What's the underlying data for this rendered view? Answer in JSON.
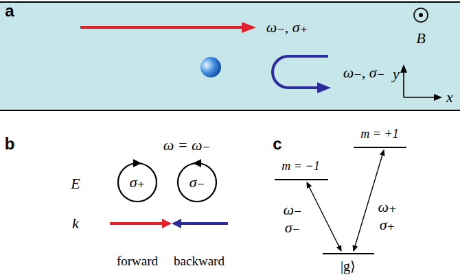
{
  "diagram": {
    "labels": [
      "a",
      "ω₋, σ₊",
      "B",
      "y",
      "ω₋, σ₋",
      "x",
      "b",
      "ω = ω₋",
      "c",
      "E",
      "σ₊",
      "σ₋",
      "m = +1",
      "m = −1",
      "k",
      "ω₋",
      "σ₋",
      "ω₊",
      "σ₊",
      "|g⟩",
      "forward",
      "backward"
    ]
  }
}
